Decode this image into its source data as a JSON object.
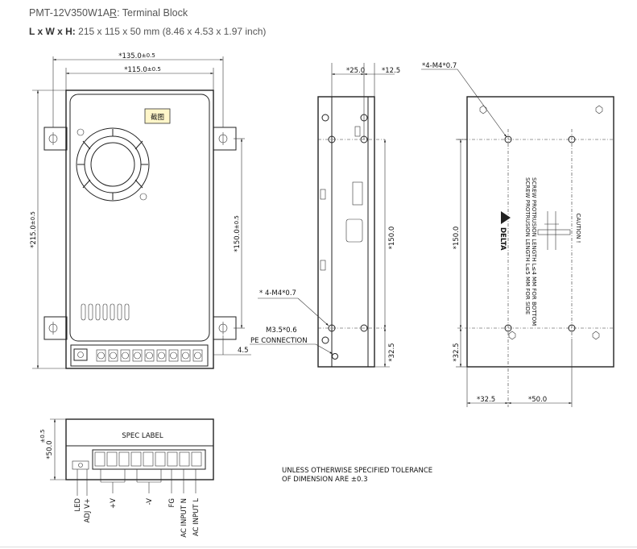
{
  "header": {
    "model": "PMT-12V350W1AR",
    "model_suffix_underlined": "R",
    "model_rest": ": Terminal Block",
    "dims_label": "L x W x H:",
    "dims_value": "215 x 115 x 50 mm (8.46 x 4.53 x 1.97 inch)"
  },
  "front_view": {
    "dim_135": "*135.0",
    "dim_135_tol": "±0.5",
    "dim_115": "*115.0",
    "dim_115_tol": "±0.5",
    "dim_215": "*215.0",
    "dim_215_tol": "±0.5",
    "dim_150": "*150.0",
    "dim_150_tol": "±0.5",
    "dim_4_5": "4.5",
    "badge": "截图"
  },
  "side_view": {
    "dim_25": "*25.0",
    "dim_12_5": "*12.5",
    "dim_150": "*150.0",
    "dim_32_5": "*32.5",
    "screw_callout": "* 4-M4*0.7",
    "pe_screw": "M3.5*0.6",
    "pe_label": "PE CONNECTION"
  },
  "back_view": {
    "screw_callout": "*4-M4*0.7",
    "dim_150": "*150.0",
    "dim_32_5_v": "*32.5",
    "dim_32_5_h": "*32.5",
    "dim_50": "*50.0",
    "caution_title": "CAUTION !",
    "caution_line1": "SCREW PROTRUSION LENGTH L≤4 MM FOR BOTTOM",
    "caution_line2": "SCREW PROTRUSION LENGTH L≤5 MM FOR SIDE",
    "logo_text": "DELTA"
  },
  "top_view": {
    "spec_label": "SPEC LABEL",
    "dim_50": "*50.0",
    "dim_50_tol": "±0.5",
    "pins": [
      "LED",
      "ADJ V+",
      "+V",
      "-V",
      "FG",
      "AC INPUT N",
      "AC INPUT L"
    ]
  },
  "notes": {
    "tolerance_line1": "UNLESS OTHERWISE SPECIFIED TOLERANCE",
    "tolerance_line2": "OF DIMENSION ARE ±0.3"
  }
}
